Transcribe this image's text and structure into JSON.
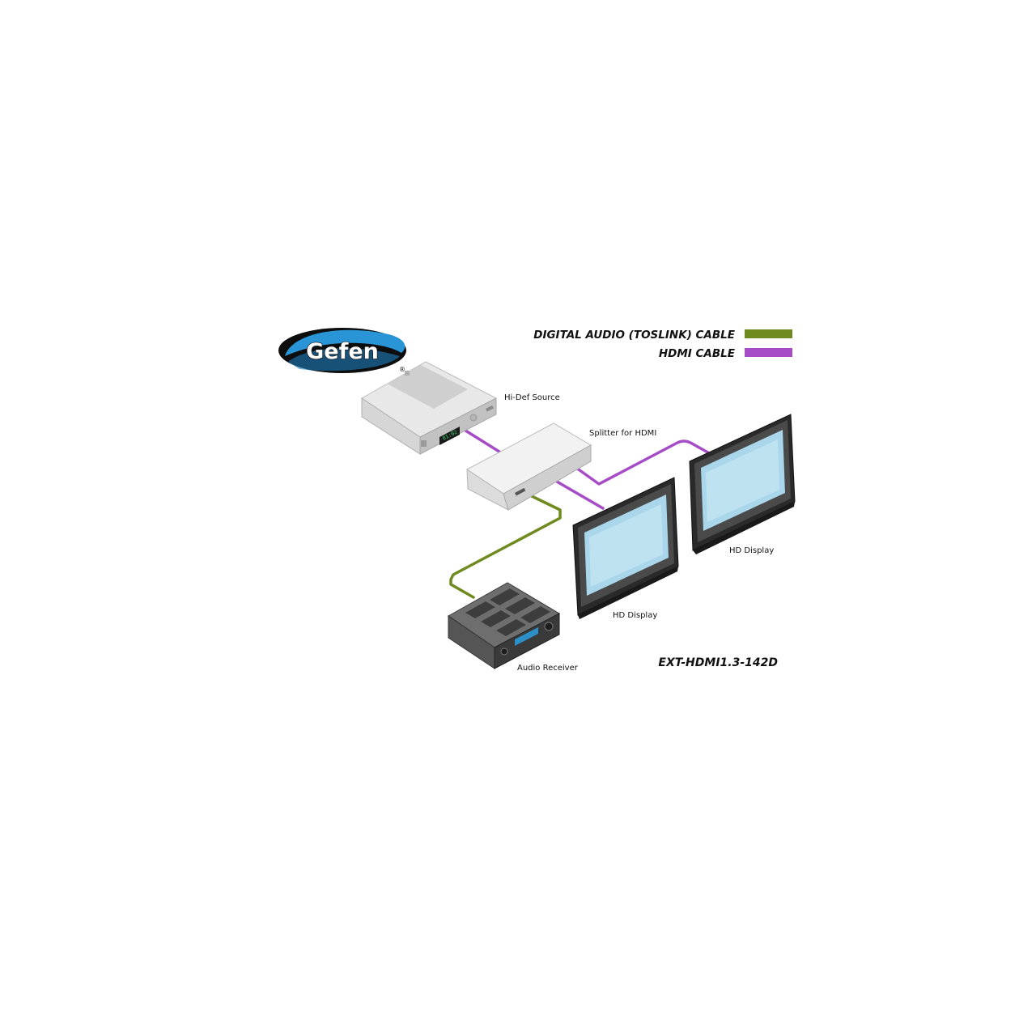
{
  "brand": {
    "name": "Gefen",
    "registered_mark": "®",
    "colors": {
      "blue": "#2a95d6",
      "black": "#0d0d0d"
    }
  },
  "legend": [
    {
      "label": "DIGITAL AUDIO (TOSLINK) CABLE",
      "color": "#6f8a1e"
    },
    {
      "label": "HDMI CABLE",
      "color": "#a64cc7"
    }
  ],
  "devices": {
    "source": {
      "label": "Hi-Def Source",
      "display_readout": "01:02"
    },
    "splitter": {
      "label": "Splitter for HDMI"
    },
    "display_1": {
      "label": "HD Display"
    },
    "display_2": {
      "label": "HD Display"
    },
    "receiver": {
      "label": "Audio Receiver"
    }
  },
  "model_number": "EXT-HDMI1.3-142D"
}
